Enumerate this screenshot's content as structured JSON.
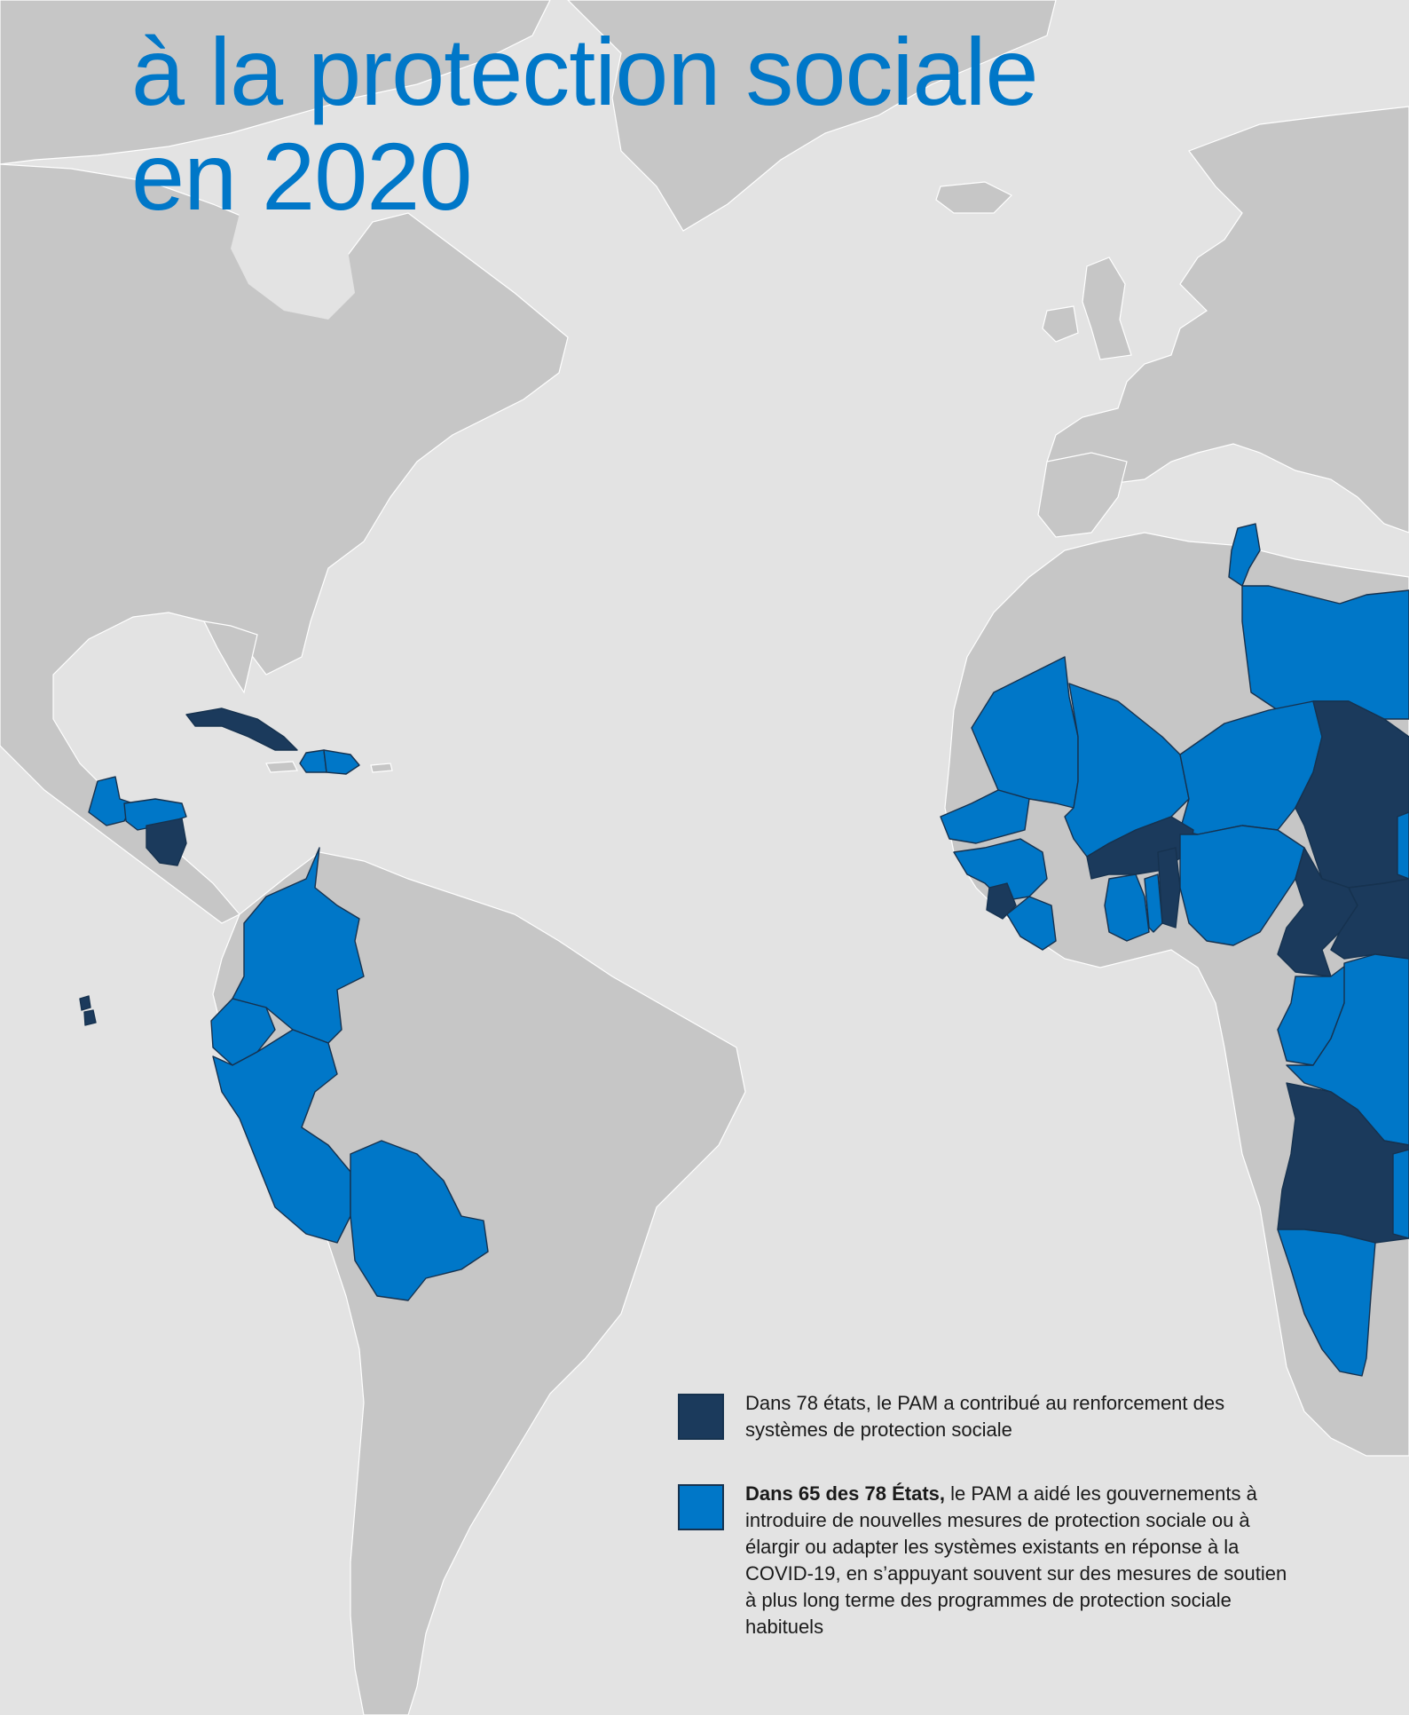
{
  "title": {
    "line1": "à la protection sociale",
    "line2": "en 2020"
  },
  "colors": {
    "background": "#e3e3e3",
    "land": "#c6c6c6",
    "border": "#ffffff",
    "strengthened_only": "#1b3a5c",
    "covid_response": "#0077c8",
    "title": "#0077c8"
  },
  "legend": [
    {
      "key": "strengthened_only",
      "color": "#1b3a5c",
      "bold": "",
      "text": "Dans 78 états, le PAM a contribué au renforcement des systèmes de protection sociale"
    },
    {
      "key": "covid_response",
      "color": "#0077c8",
      "bold": "Dans 65 des 78 États,",
      "text": " le PAM a aidé les gouvernements à introduire de nouvelles mesures de protection sociale ou à élargir ou adapter les systèmes existants en réponse à la COVID-19, en s’appuyant souvent sur des mesures de soutien à plus long terme des programmes de protection sociale habituels"
    }
  ],
  "highlighted_regions": [
    {
      "name": "Guatemala",
      "category": "covid_response"
    },
    {
      "name": "Honduras",
      "category": "covid_response"
    },
    {
      "name": "Nicaragua",
      "category": "strengthened_only"
    },
    {
      "name": "Cuba",
      "category": "strengthened_only"
    },
    {
      "name": "Haïti",
      "category": "covid_response"
    },
    {
      "name": "République dominicaine",
      "category": "covid_response"
    },
    {
      "name": "Colombie",
      "category": "covid_response"
    },
    {
      "name": "Équateur",
      "category": "covid_response"
    },
    {
      "name": "Pérou",
      "category": "covid_response"
    },
    {
      "name": "Bolivie",
      "category": "covid_response"
    },
    {
      "name": "Galápagos",
      "category": "strengthened_only"
    },
    {
      "name": "Tunisie",
      "category": "covid_response"
    },
    {
      "name": "Libye",
      "category": "covid_response"
    },
    {
      "name": "Mauritanie",
      "category": "covid_response"
    },
    {
      "name": "Mali",
      "category": "covid_response"
    },
    {
      "name": "Niger",
      "category": "covid_response"
    },
    {
      "name": "Tchad",
      "category": "strengthened_only"
    },
    {
      "name": "Sénégal",
      "category": "covid_response"
    },
    {
      "name": "Gambie",
      "category": "covid_response"
    },
    {
      "name": "Guinée-Bissau",
      "category": "covid_response"
    },
    {
      "name": "Guinée",
      "category": "covid_response"
    },
    {
      "name": "Sierra Leone",
      "category": "strengthened_only"
    },
    {
      "name": "Liberia",
      "category": "covid_response"
    },
    {
      "name": "Burkina Faso",
      "category": "strengthened_only"
    },
    {
      "name": "Ghana",
      "category": "covid_response"
    },
    {
      "name": "Togo",
      "category": "covid_response"
    },
    {
      "name": "Bénin",
      "category": "strengthened_only"
    },
    {
      "name": "Nigeria",
      "category": "covid_response"
    },
    {
      "name": "Cameroun",
      "category": "strengthened_only"
    },
    {
      "name": "Rép. centrafricaine",
      "category": "strengthened_only"
    },
    {
      "name": "Congo",
      "category": "covid_response"
    },
    {
      "name": "RD Congo",
      "category": "covid_response"
    },
    {
      "name": "Angola",
      "category": "strengthened_only"
    },
    {
      "name": "Namibie",
      "category": "covid_response"
    },
    {
      "name": "Zambie",
      "category": "covid_response"
    },
    {
      "name": "Soudan",
      "category": "covid_response"
    }
  ]
}
